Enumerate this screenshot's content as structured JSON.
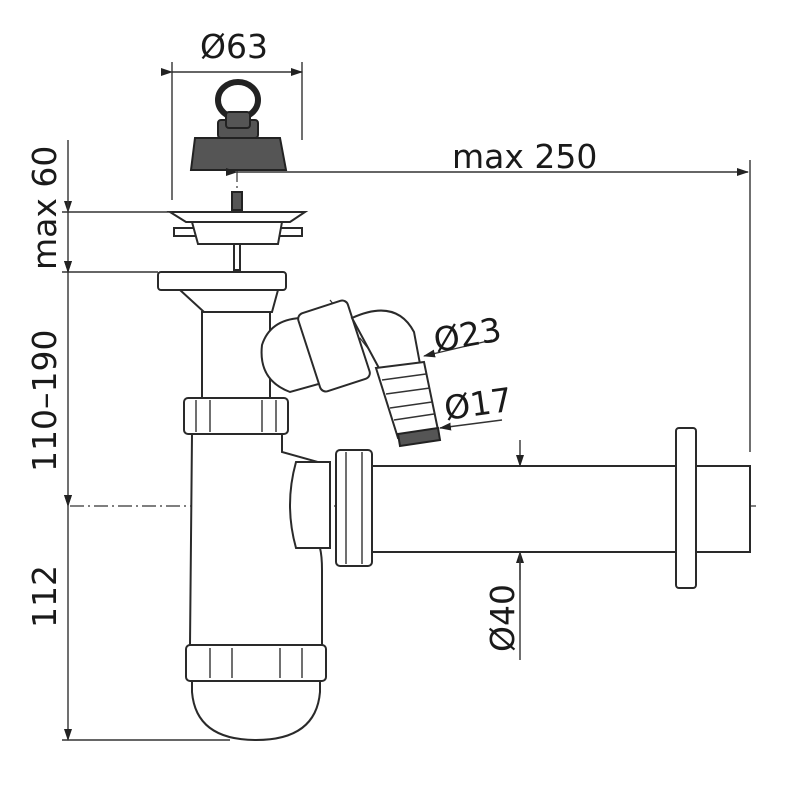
{
  "dimensions": {
    "plug_diameter": "Ø63",
    "max_length": "max 250",
    "max_strainer": "max 60",
    "height_range": "110–190",
    "trap_depth": "112",
    "hose_connector_large": "Ø23",
    "hose_connector_small": "Ø17",
    "outlet_diameter": "Ø40"
  }
}
